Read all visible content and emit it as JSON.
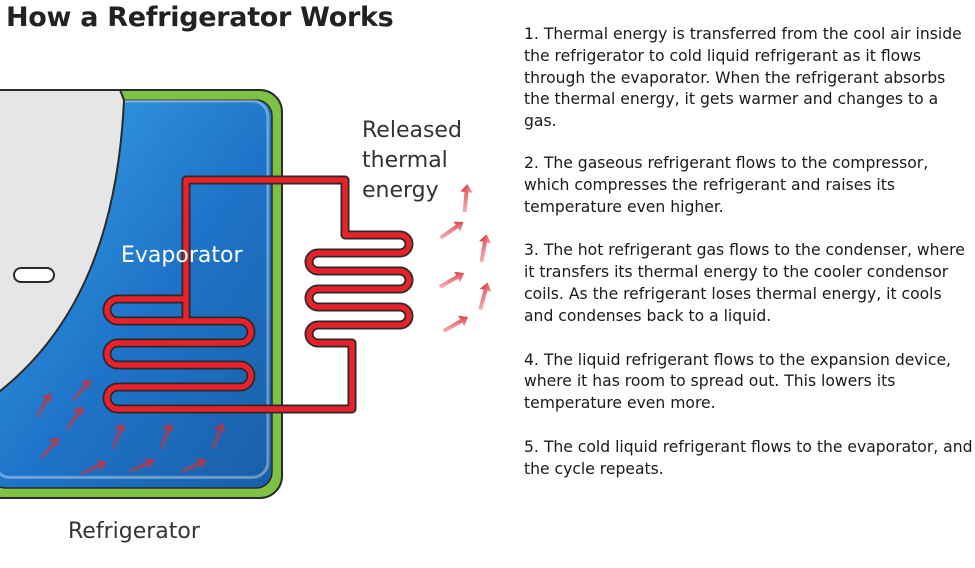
{
  "title": "How a Refrigerator Works",
  "labels": {
    "released": "Released thermal energy",
    "evaporator": "Evaporator",
    "refrigerator": "Refrigerator"
  },
  "steps": [
    "1. Thermal energy is transferred from the cool air inside the refrigerator to cold liquid refrigerant as it flows through the evaporator. When the refrigerant absorbs the thermal energy, it gets warmer and changes to a gas.",
    "2. The gaseous refrigerant flows to the compressor, which compresses the refrigerant and raises its temperature even higher.",
    "3. The hot refrigerant gas flows to the condenser, where it transfers its thermal energy to the cooler condensor coils. As the refrigerant loses thermal energy, it cools and condenses back to a liquid.",
    "4. The liquid refrigerant flows to the expansion device, where it has room to spread out. This lowers its temperature even more.",
    "5. The cold liquid refrigerant flows to the evaporator, and the cycle repeats."
  ],
  "colors": {
    "fridge_border": "#7dc242",
    "interior_blue": "#1e73c8",
    "pipe_red": "#e8212b",
    "door_gray": "#e6e6e6",
    "heat_arrow": "#e23a3a"
  }
}
